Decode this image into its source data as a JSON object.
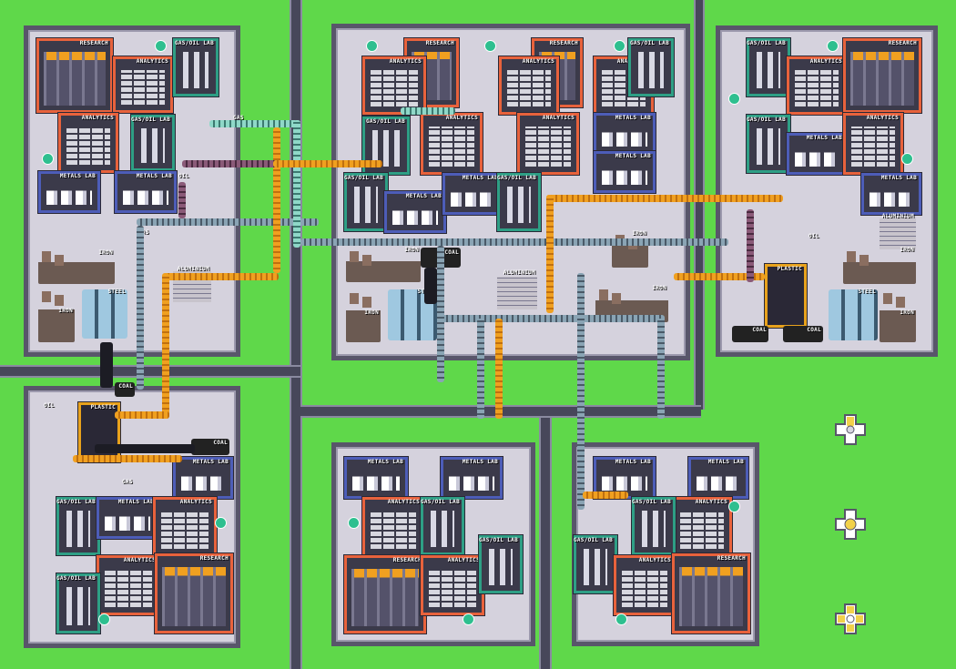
{
  "labels": {
    "research": "RESEARCH",
    "analytics": "ANALYTICS",
    "gas_oil_lab": "GAS/OIL LAB",
    "metals_lab": "METALS LAB",
    "iron": "IRON",
    "steel": "STEEL",
    "coal": "COAL",
    "aluminium": "ALUMINIUM",
    "plastic": "PLASTIC",
    "oil": "OIL",
    "gas": "GAS"
  },
  "controls": {
    "move_up_icon": "dpad-up-icon",
    "move_center_icon": "dpad-center-icon",
    "move_all_icon": "dpad-all-icon"
  },
  "colors": {
    "grass": "#5fd84a",
    "road": "#47475a",
    "research_border": "#e8623c",
    "lab_border": "#2e9f85",
    "metals_border": "#4d5db8",
    "conveyor_orange": "#f0a020"
  }
}
